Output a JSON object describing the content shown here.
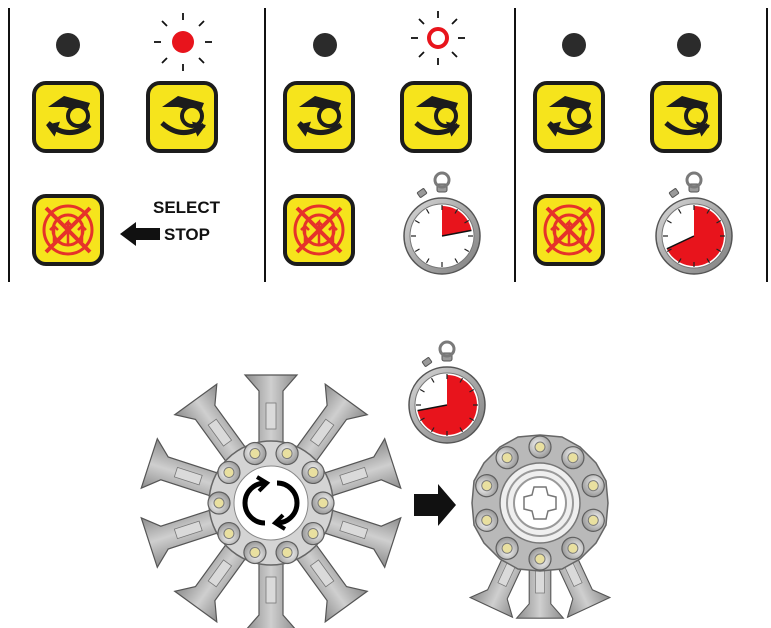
{
  "panel_top": {
    "select_stop_line1": "SELECT",
    "select_stop_line2": "STOP"
  },
  "panels": [
    {
      "left_led": "off",
      "right_led": "on-red",
      "bottom_right": "select-stop-label"
    },
    {
      "left_led": "off",
      "right_led": "blinking-red",
      "bottom_right": "timer",
      "timer_fraction": 0.22
    },
    {
      "left_led": "off",
      "right_led": "off",
      "bottom_right": "timer",
      "timer_fraction": 0.68
    }
  ],
  "bottom": {
    "timer_fraction": 0.72,
    "rotation_symbol": "bidirectional-rotation"
  },
  "colors": {
    "button_yellow": "#f6e41c",
    "button_border": "#222222",
    "led_red": "#e8141c",
    "led_off": "#2b2b2b",
    "stop_red": "#e6322a",
    "timer_red": "#e8141c"
  }
}
